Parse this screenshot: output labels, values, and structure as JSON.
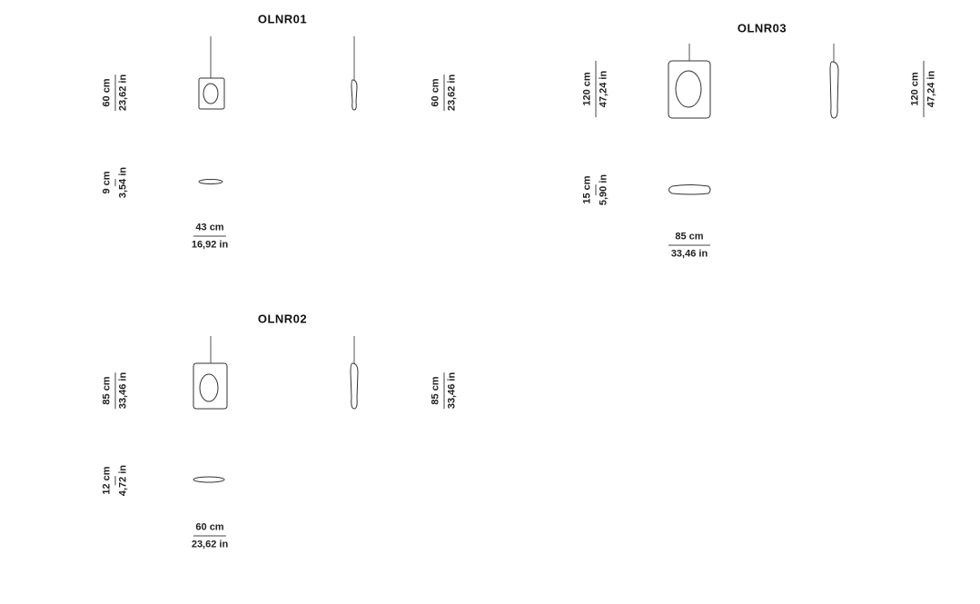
{
  "models": [
    {
      "code": "OLNR01",
      "height_cm": "60 cm",
      "height_in": "23,62 in",
      "depth_cm": "9 cm",
      "depth_in": "3,54 in",
      "width_cm": "43 cm",
      "width_in": "16,92 in"
    },
    {
      "code": "OLNR02",
      "height_cm": "85 cm",
      "height_in": "33,46 in",
      "depth_cm": "12 cm",
      "depth_in": "4,72 in",
      "width_cm": "60 cm",
      "width_in": "23,62 in"
    },
    {
      "code": "OLNR03",
      "height_cm": "120 cm",
      "height_in": "47,24 in",
      "depth_cm": "15 cm",
      "depth_in": "5,90 in",
      "width_cm": "85 cm",
      "width_in": "33,46 in"
    }
  ],
  "colors": {
    "line": "#333333",
    "cable": "#555555"
  }
}
